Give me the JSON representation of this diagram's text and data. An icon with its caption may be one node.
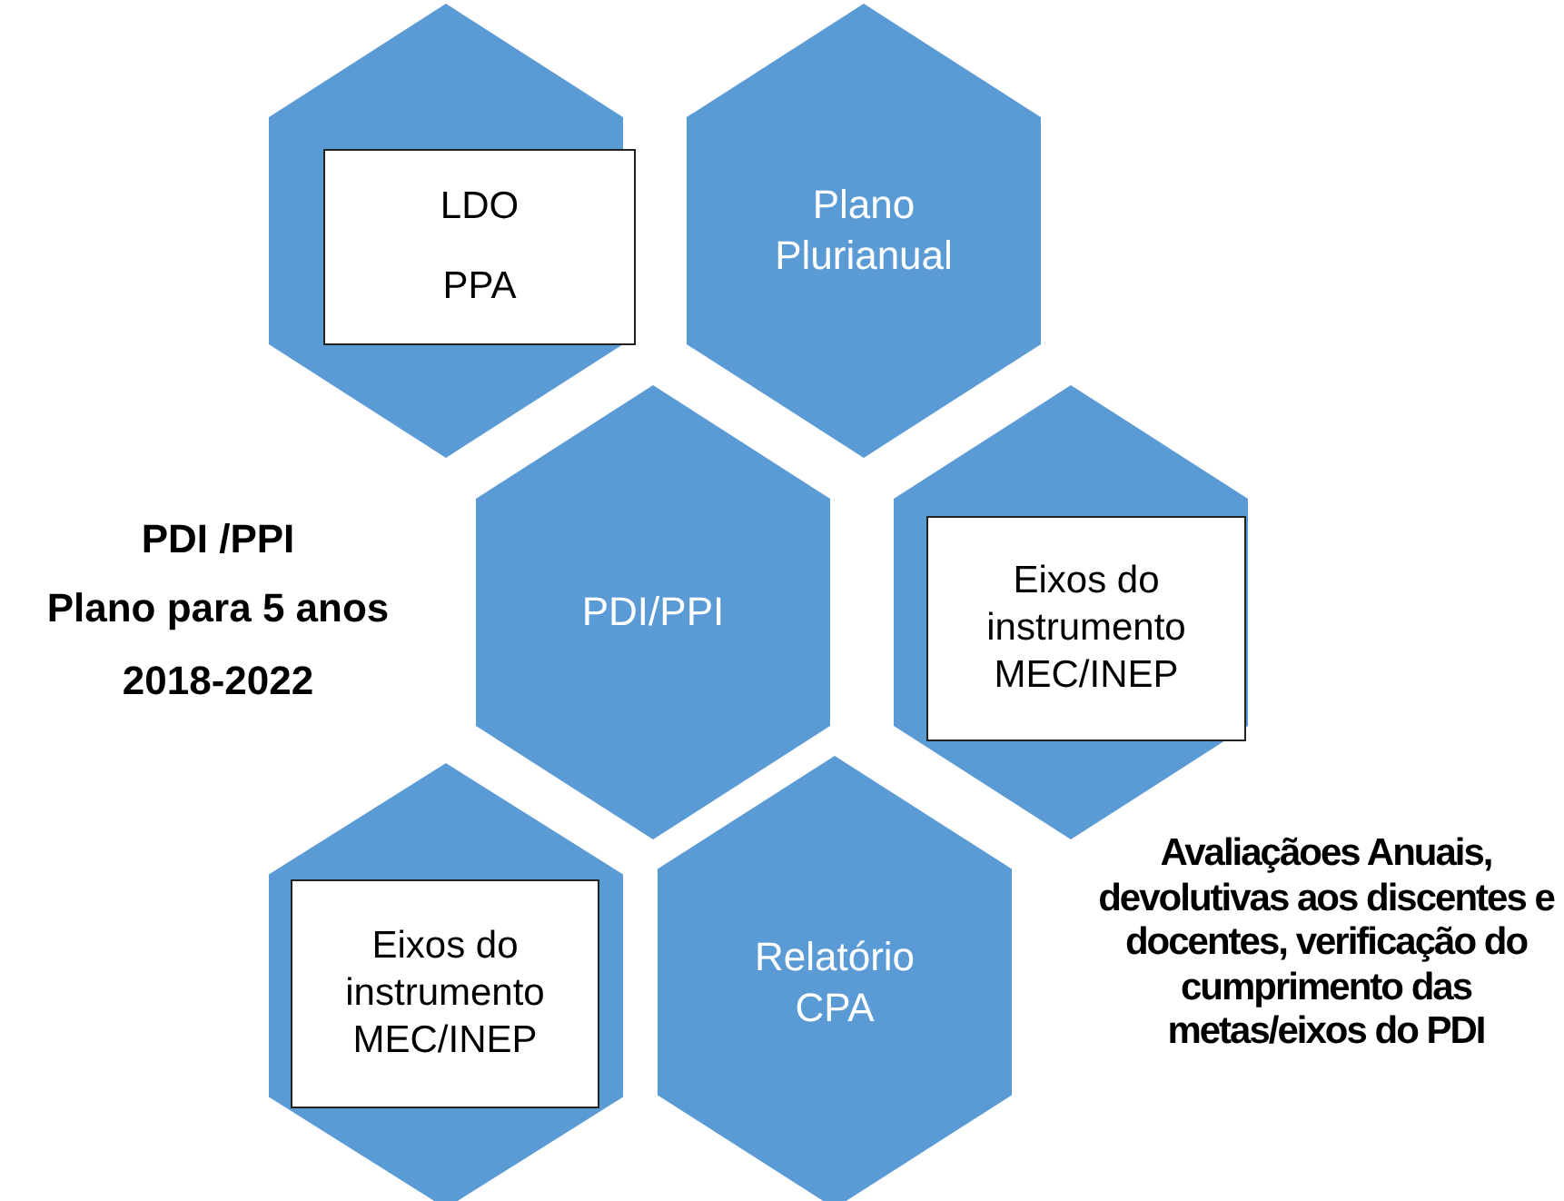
{
  "diagram": {
    "nodes": [
      {
        "text": [],
        "shape": "hexagon"
      },
      {
        "text": [
          "LDO",
          "PPA"
        ],
        "in": 0
      },
      {
        "text": [
          "Plano Plurianual"
        ]
      },
      {
        "text": [
          "PDI/PPI"
        ]
      },
      {
        "text": [],
        "shape": "hexagon"
      },
      {
        "text": [
          "Eixos do instrumento MEC/INEP"
        ],
        "in": 4
      },
      {
        "text": [],
        "shape": "hexagon"
      },
      {
        "text": [
          "Eixos do instrumento MEC/INEP"
        ],
        "in": 6
      },
      {
        "text": [
          "Relatório CPA"
        ]
      }
    ],
    "labels": [
      "PDI /PPI",
      "Plano para 5 anos",
      "2018-2022",
      "Avaliaçãoes Anuais, devolutivas aos discentes e docentes, verificação do cumprimento das metas/eixos do PDI"
    ]
  }
}
